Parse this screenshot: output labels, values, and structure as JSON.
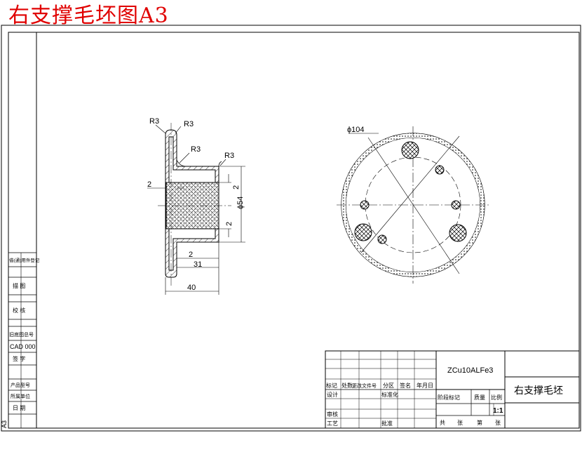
{
  "header": {
    "title": "右支撑毛坯图A3"
  },
  "drawing": {
    "section_labels": {
      "r3_top_left": "R3",
      "r3_top_right": "R3",
      "r3_inner": "R3",
      "r3_hub": "R3",
      "dim_flange_thickness": "2",
      "dim_bore_top": "2",
      "dim_bore_bottom": "2",
      "dim_hub_dia": "ϕ54",
      "dim_wall": "2",
      "dim_31": "31",
      "dim_40": "40"
    },
    "plan_labels": {
      "dia_104": "ϕ104"
    }
  },
  "side_panel": [
    "借(通)用件登记",
    "描  图",
    "校  核",
    "旧底图总号",
    "CAD 000",
    "签  字",
    "产品型号",
    "所属单位",
    "日  期"
  ],
  "sheet_corner": "A3",
  "title_block": {
    "material": "ZCu10ALFe3",
    "part_name": "右支撑毛坯",
    "scale": "1:1",
    "rev_headers": [
      "标记",
      "处数",
      "更改文件号",
      "分区",
      "签名",
      "年月日"
    ],
    "role_design": "设计",
    "role_std": "标准化",
    "role_review": "审核",
    "role_process": "工艺",
    "role_approve": "批准",
    "stage_headers": [
      "阶段标记",
      "质量",
      "比例"
    ],
    "sheet_text": [
      "共",
      "张",
      "第",
      "张"
    ]
  }
}
